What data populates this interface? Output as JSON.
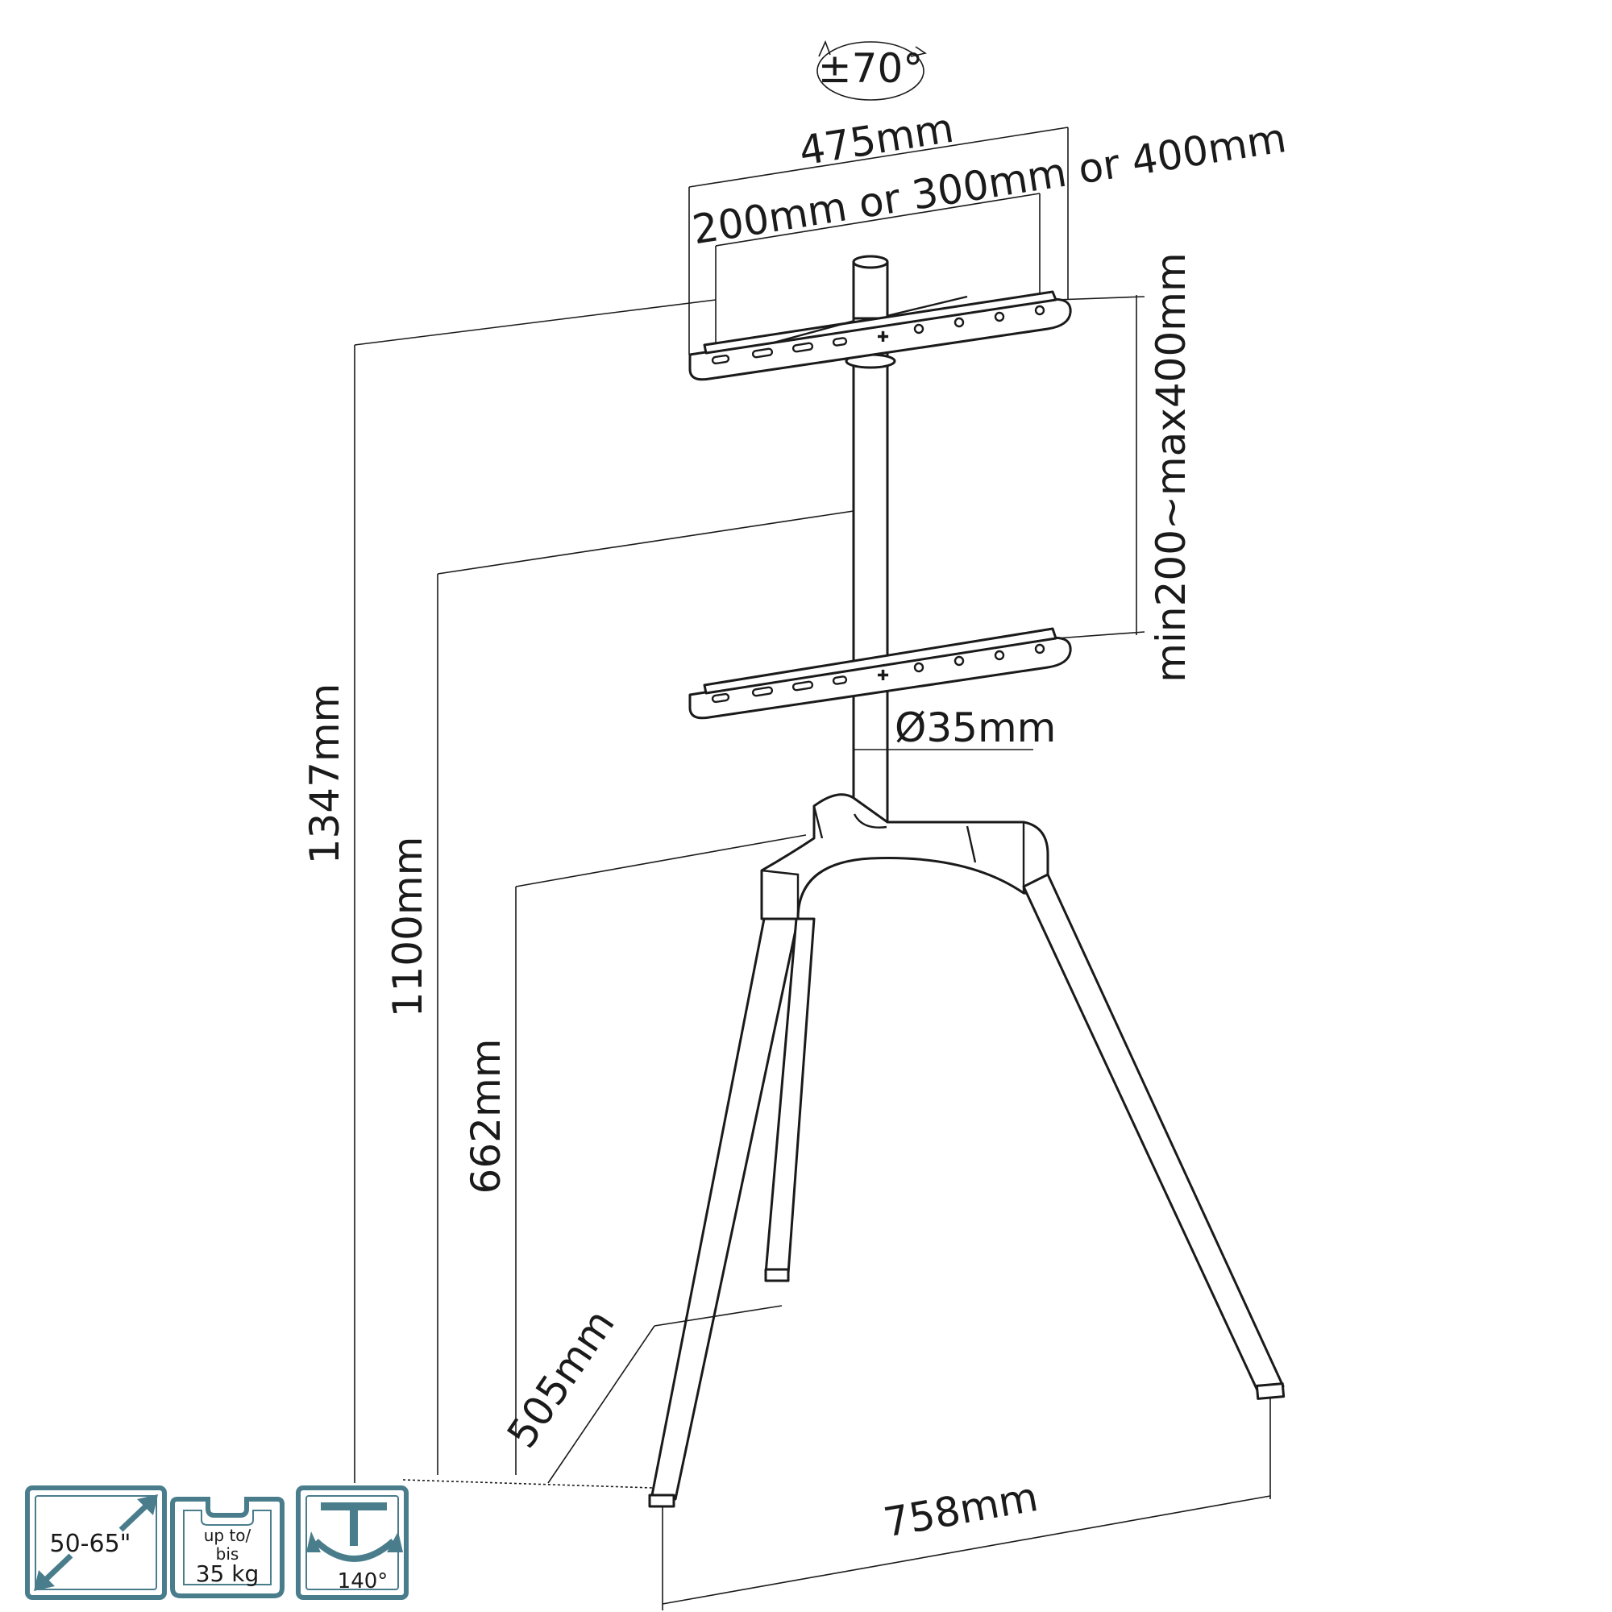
{
  "rotation": {
    "label": "±70°"
  },
  "dimensions": {
    "bracket_width": "475mm",
    "vesa_width": "200mm or 300mm or 400mm",
    "vesa_height": "min200~max400mm",
    "pole_diameter": "Ø35mm",
    "overall_height": "1347mm",
    "bracket_height": "1100mm",
    "base_height": "662mm",
    "leg_depth": "505mm",
    "leg_width": "758mm"
  },
  "badges": {
    "screen_size": {
      "label": "50-65\"",
      "icon": "diagonal-arrows-icon"
    },
    "weight": {
      "line1": "up to/",
      "line2": "bis",
      "line3": "35 kg",
      "icon": "weight-icon"
    },
    "swivel": {
      "label": "140°",
      "icon": "swivel-icon"
    }
  },
  "colors": {
    "badge_accent": "#4a7d8c",
    "line": "#1a1a1a"
  }
}
